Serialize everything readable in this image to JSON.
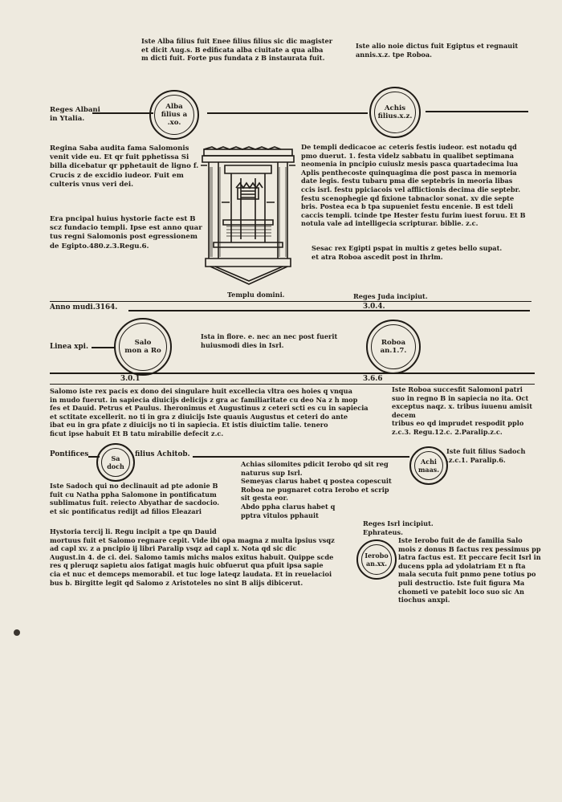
{
  "top": {
    "left": "Iste Alba filius fuit Enee filius filius sic dic magister\net dicit Aug.s. B edificata alba ciuitate a qua alba\nm dicti fuit. Forte pus fundata z B instaurata fuit.",
    "right": "Iste alio noie dictus fuit Egiptus et regnauit\nannis.x.z. tpe Roboa."
  },
  "row1": {
    "reges_label": "Reges Albani\nin Ytalia.",
    "roundel_left": "Alba\nfilius a\n.xo.",
    "roundel_right": "Achis\nfilius.x.z."
  },
  "regina": {
    "para1": "Regina Saba audita fama Salomonis\nvenit vide eu. Et qr fuit pphetissa Si\nbilla dicebatur qr pphetauit de ligno f.\nCrucis z de excidio iudeor. Fuit em\nculteris vnus veri dei.",
    "para2": "Era pncipal huius hystorie facte est B\nscz fundacio templi. Ipse est anno quar\ntus regni Salomonis post egressionem\nde Egipto.480.z.3.Regu.6."
  },
  "temple_caption": "Templu domini.",
  "dedication": {
    "text": "De templi dedicacoe ac ceteris festis iudeor. est notadu qd\npmo duerut. 1. festa videlz sabbatu in qualibet septimana\nneomenia in pncipio cuiuslz mesis pasca quartadecima lua\nAplis penthecoste quinquagima die post pasca in memoria\ndate legis. festu tubaru pma die septebris in meoria libas\nccis isrl. festu ppiciacois vel afflictionis decima die septebr.\nfestu scenophegie qd fixione tabnaclor sonat. xv die septe\nbris. Postea eca b tpa supueniet festu encenie. B est tdeli\ncaccis templi. tcinde tpe Hester festu furim iuest foruu. Et B\nnotula vale ad intelligecia scripturar. biblie. z.c.",
    "sesac": "Sesac rex Egipti pspat in multis z getes bello supat.\net atra Roboa ascedit post in Ihrlm."
  },
  "divider1": {
    "anno": "Anno mudi.3164.",
    "reges_juda": "Reges Juda incipiut.",
    "num": "3.0.4."
  },
  "row2": {
    "linea": "Linea xpi.",
    "roundel_left": "Salo\nmon a Ro",
    "center": "Ista in flore. e. nec an nec post fuerit\nhuiusmodi dies in Isrl.",
    "roundel_right": "Roboa\nan.1.7."
  },
  "divider2": {
    "left": "3.0.1",
    "right": "3.6.6"
  },
  "salomon": {
    "left": "Salomo iste rex pacis ex dono dei singulare huit excellecia vltra oes hoies q vnqua\nin mudo fuerut. in sapiecia diuicijs delicijs z gra ac familiaritate cu deo Na z h mop\nfes et Dauid. Petrus et Paulus. Iheronimus et Augustinus z ceteri scti es cu in sapiecia\net sctitate excellerit. no ti in gra z diuicijs Iste quauis Augustus et ceteri do ante\nibat eu in gra pfate z diuicijs no ti in sapiecia. Et istis diuictim talie. tenero\nficut ipse habuit Et B tatu mirabilie defecit z.c.",
    "right": "Iste Roboa succesfit Salomoni patri\nsuo in regno B in sapiecia no ita. Oct\nexceptus naqz. x. tribus iuuenu amisit decem\ntribus eo qd imprudet respodit pplo\nz.c.3. Regu.12.c. 2.Paralip.z.c."
  },
  "pontifices": {
    "label": "Pontifices",
    "roundel_left": "Sa\ndoch",
    "filius": "filius Achitob.",
    "achias_roundel": "Achi\nmaas.",
    "achias_note": "Iste fuit filius Sadoch\n.z.c.1. Paralip.6.",
    "middle": "Achias silomites pdicit Ierobo qd sit reg\nnaturus sup Isrl.\nSemeyas clarus habet q postea copescuit\nRoboa ne pugnaret cotra Ierobo et scrip\nsit gesta eor.\nAbdo ppha clarus habet q\npptra vitulos pphauit",
    "sadoch": "Iste Sadoch qui no declinauit ad pte adonie B\nfuit cu Natha ppha Salomone in pontificatum\nsublimatus fuit. reiecto Abyathar de sacdocio.\net sic pontificatus redijt ad filios Eleazari"
  },
  "bottom": {
    "history": "Hystoria tercij li. Regu incipit a tpe qn Dauid\nmortuus fuit et Salomo regnare cepit. Vide ibi opa magna z multa ipsius vsqz\nad capl xv. z a pncipio ij libri Paralip vsqz ad capl x. Nota qd sic dic\nAugust.in 4. de ci. dei. Salomo tamis michs malos exitus habuit. Quippe scde\nres q pleruqz sapietu aios fatigat magis huic obfuerut qua pfuit ipsa sapie\ncia et nuc et demceps memorabil. et tuc loge lateqz laudata. Et in reuelacioi\nbus b. Birgitte legit qd Salomo z Aristoteles no sint B alijs dibicerut.",
    "reges_israel": "Reges Isrl incipiut.\nEphrateus.",
    "jeroboam_roundel": "Ierobo\nan.xx.",
    "jeroboam": "Iste Ierobo fuit de de familia Salo\nmois z donus B factus rex pessimus pp\nlatra factus est. Et peccare fecit Isrl in\nducens ppla ad ydolatriam Et n fta\nmala secuta fuit pnmo pene totius po\npuli destructio. Iste fuit figura Ma\nchometi ve patebit loco suo sic An\ntiochus anxpi."
  }
}
